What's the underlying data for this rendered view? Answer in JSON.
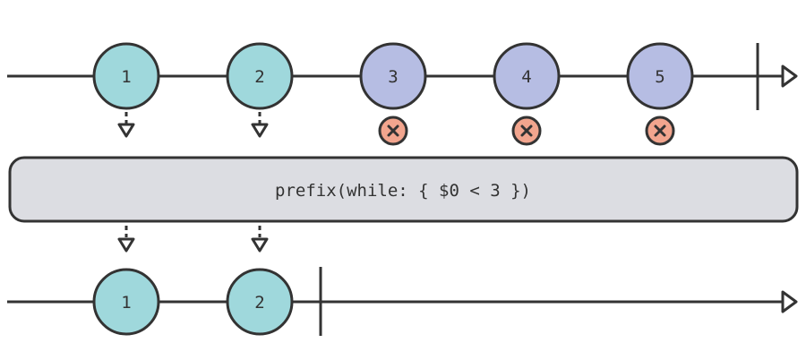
{
  "operator": {
    "label": "prefix(while: { $0 < 3 })"
  },
  "input_stream": {
    "marbles": [
      {
        "value": "1",
        "passes": true
      },
      {
        "value": "2",
        "passes": true
      },
      {
        "value": "3",
        "passes": false
      },
      {
        "value": "4",
        "passes": false
      },
      {
        "value": "5",
        "passes": false
      }
    ],
    "completes": true
  },
  "output_stream": {
    "marbles": [
      {
        "value": "1"
      },
      {
        "value": "2"
      }
    ],
    "completes": true
  },
  "colors": {
    "line": "#333333",
    "pass_marble": "#9fd8dc",
    "fail_marble": "#b6bde3",
    "drop_badge": "#f2a58e",
    "operator_box": "#dcdde2"
  },
  "icons": {
    "drop": "x-icon",
    "emit_arrow": "arrow-down-icon",
    "stream_end": "completion-bar",
    "stream_arrow": "arrow-right-icon"
  }
}
